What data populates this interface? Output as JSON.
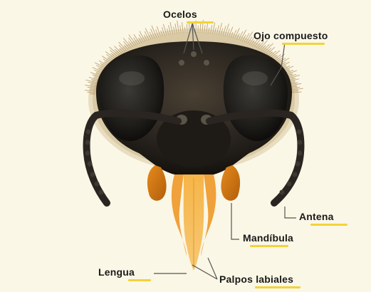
{
  "labels": {
    "ocelos": "Ocelos",
    "ojo_compuesto": "Ojo compuesto",
    "antena": "Antena",
    "mandibula": "Mandíbula",
    "lengua": "Lengua",
    "palpos_labiales": "Palpos labiales"
  },
  "colors": {
    "background": "#fbf7e6",
    "head": "#2b2620",
    "hair": "#b59a6a",
    "mouthparts": "#f0a030",
    "leader_line": "#555555",
    "label_underline": "#f2d33a"
  }
}
